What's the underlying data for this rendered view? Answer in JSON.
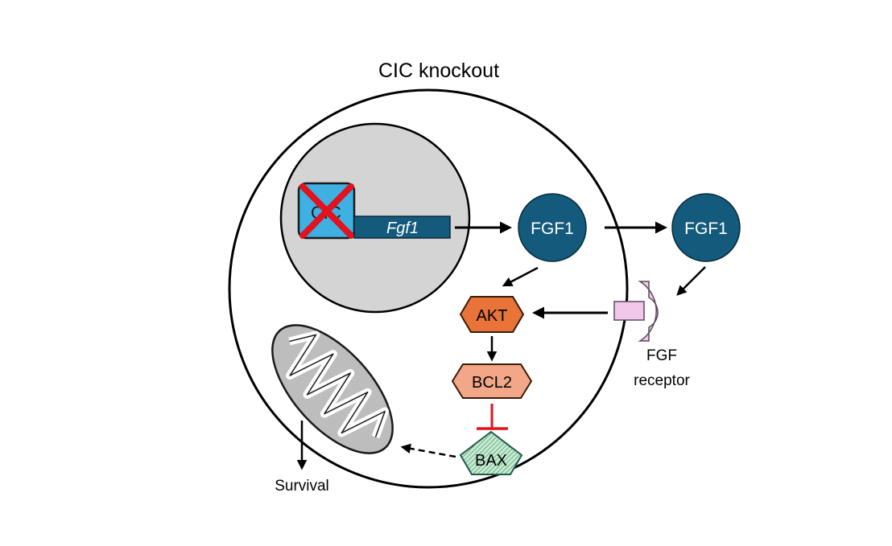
{
  "title": "CIC knockout",
  "gene": {
    "cic_label": "CIC",
    "fgf1_gene": "Fgf1"
  },
  "proteins": {
    "fgf1_internal": "FGF1",
    "fgf1_secreted": "FGF1",
    "akt": "AKT",
    "bcl2": "BCL2",
    "bax": "BAX"
  },
  "receptor": {
    "line1": "FGF",
    "line2": "receptor"
  },
  "outcome": "Survival",
  "colors": {
    "fgf1": "#135a7c",
    "akt": "#e8743a",
    "bcl2": "#f2a888",
    "bax_fill": "#c8ead0",
    "bax_stroke": "#1f5a4a",
    "receptor": "#f2c8ea",
    "knockout_x": "#e2121e",
    "cic_box": "#3eb0e2",
    "nucleus": "#d4d4d4",
    "mitochondrion": "#bdbdbd",
    "inhibition": "#e2121e"
  }
}
